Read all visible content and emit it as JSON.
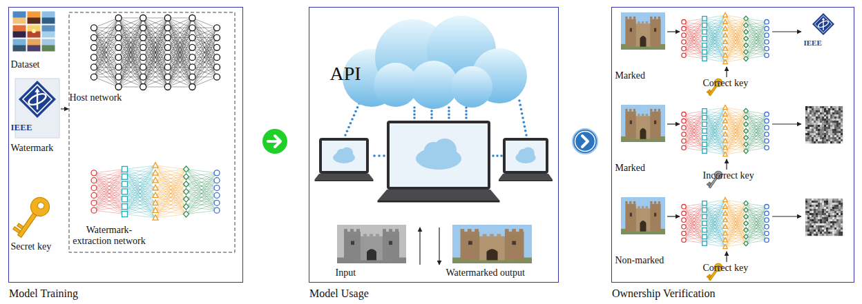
{
  "diagram": {
    "nodes": [
      {
        "text": [
          "Model Training"
        ]
      },
      {
        "text": [
          "Dataset"
        ],
        "in": 0
      },
      {
        "text": [
          "Host network"
        ],
        "in": 0
      },
      {
        "text": [
          "IEEE",
          "Watermark"
        ],
        "in": 0
      },
      {
        "text": [
          "Watermark-extraction network"
        ],
        "in": 0
      },
      {
        "text": [
          "Secret key"
        ],
        "in": 0
      },
      {
        "text": [
          "Model Usage"
        ]
      },
      {
        "text": [
          "API"
        ],
        "in": 6
      },
      {
        "text": [
          "Input"
        ],
        "in": 6
      },
      {
        "text": [
          "Watermarked output"
        ],
        "in": 6
      },
      {
        "text": [
          "Ownership Verification"
        ]
      },
      {
        "text": [
          "Marked"
        ],
        "in": 10
      },
      {
        "text": [
          "IEEE"
        ],
        "in": 10
      },
      {
        "text": [
          "Correct key"
        ],
        "in": 10
      },
      {
        "text": [
          "Marked"
        ],
        "in": 10
      },
      {
        "text": [
          "Incorrect key"
        ],
        "in": 10
      },
      {
        "text": [
          "Non-marked"
        ],
        "in": 10
      },
      {
        "text": [
          "Correct key"
        ],
        "in": 10
      }
    ],
    "edges": [
      {
        "from": 1,
        "to": 2,
        "arrow": "to"
      },
      {
        "from": 5,
        "to": 4,
        "arrow": "to"
      }
    ]
  }
}
